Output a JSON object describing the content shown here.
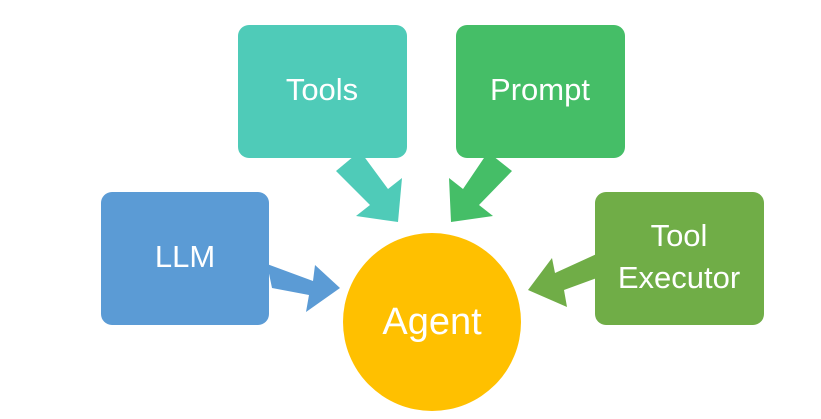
{
  "diagram": {
    "center": {
      "label": "Agent",
      "color": "#FFC000"
    },
    "nodes": {
      "llm": {
        "label": "LLM",
        "color": "#5B9BD5"
      },
      "tools": {
        "label": "Tools",
        "color": "#4FCBB8"
      },
      "prompt": {
        "label": "Prompt",
        "color": "#45BE67"
      },
      "tool_executor": {
        "lines": [
          "Tool",
          "Executor"
        ],
        "color": "#70AD47"
      }
    }
  }
}
